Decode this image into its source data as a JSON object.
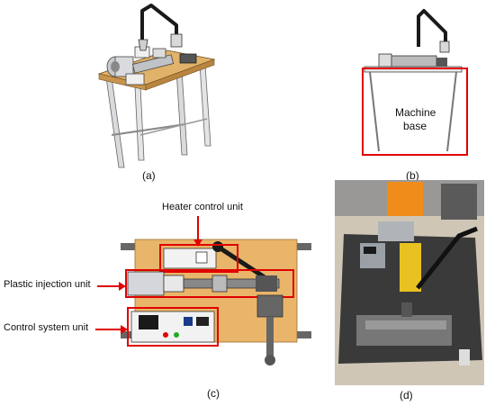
{
  "figure": {
    "panels": [
      {
        "id": "a",
        "caption": "(a)"
      },
      {
        "id": "b",
        "caption": "(b)",
        "box_label_line1": "Machine",
        "box_label_line2": "base"
      },
      {
        "id": "c",
        "caption": "(c)",
        "labels": {
          "heater": "Heater control unit",
          "injection": "Plastic injection unit",
          "control": "Control system unit"
        }
      },
      {
        "id": "d",
        "caption": "(d)"
      }
    ],
    "colors": {
      "highlight": "#e00000",
      "board": "#e9b56a",
      "metal": "#8a8f96",
      "dark": "#1a1a1a",
      "photo_floor": "#cfc6b6",
      "photo_plate": "#3a3a3a",
      "yellow": "#e8c220",
      "orange_chair": "#f08c1a"
    }
  }
}
